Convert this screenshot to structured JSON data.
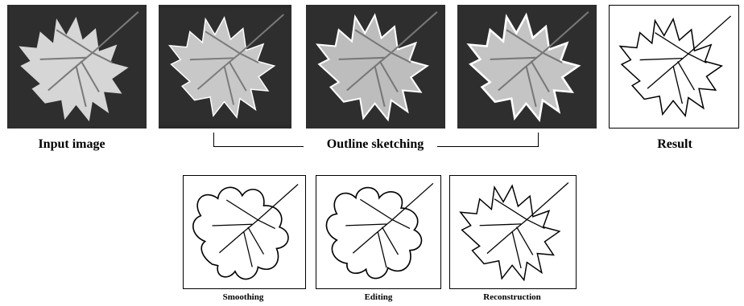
{
  "captions": {
    "input": "Input image",
    "outline": "Outline sketching",
    "result": "Result",
    "smoothing": "Smoothing",
    "editing": "Editing",
    "reconstruction": "Reconstruction"
  },
  "colors": {
    "outline": "#000000",
    "photo_bg": "#2a2a2a",
    "leaf": "#dcdcdc"
  },
  "icons": [
    "leaf-photo",
    "leaf-sketch"
  ]
}
